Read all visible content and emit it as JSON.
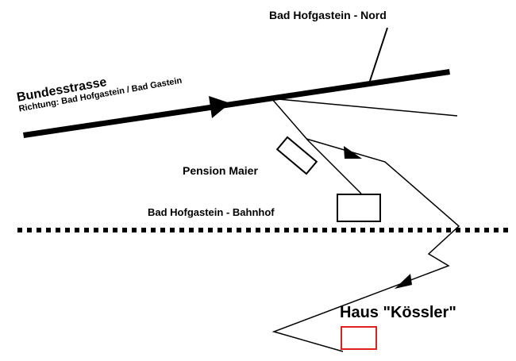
{
  "labels": {
    "exit_north": "Bad Hofgastein - Nord",
    "main_road": "Bundesstrasse",
    "main_road_direction": "Richtung: Bad Hofgastein / Bad Gastein",
    "pension": "Pension Maier",
    "train_station": "Bad Hofgastein - Bahnhof",
    "destination": "Haus \"Kössler\""
  },
  "colors": {
    "ink": "#000000",
    "background": "#ffffff",
    "destination_marker": "#e02020"
  },
  "icons": {
    "route_arrow": "triangle-arrow-icon",
    "building": "building-rectangle-icon",
    "railway": "dotted-line-railway-icon"
  }
}
